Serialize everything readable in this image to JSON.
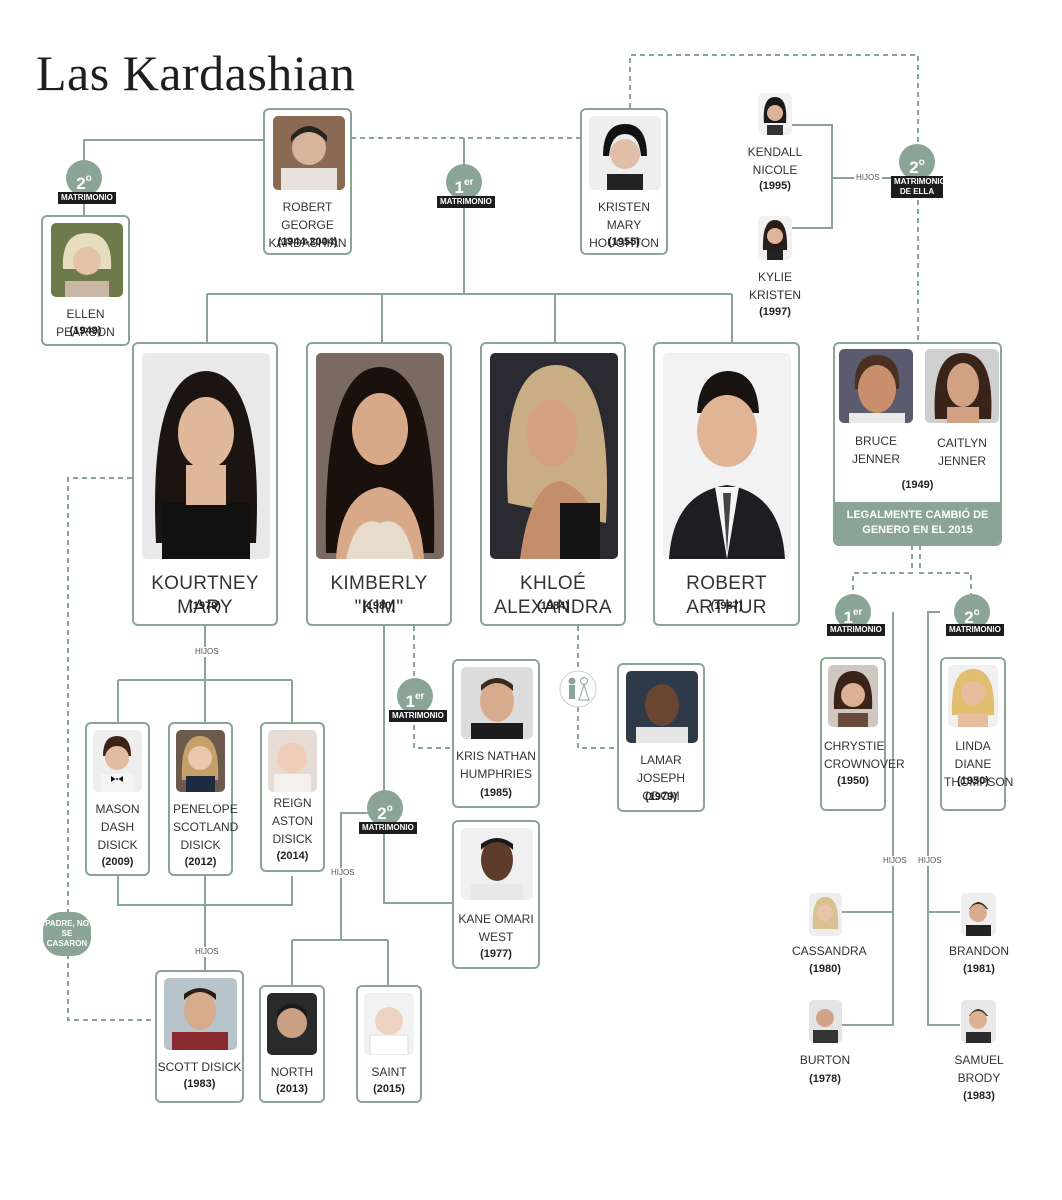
{
  "title": "Las Kardashian",
  "colors": {
    "accent": "#8aa596",
    "tag": "#1c1c1c"
  },
  "labels": {
    "hijos": "HIJOS",
    "matrimonio": "MATRIMONIO",
    "matrimonio_de_ella": "MATRIMONIO DE ELLA",
    "primero": "1",
    "primero_sup": "er",
    "segundo": "2",
    "segundo_sup": "o",
    "padre_no_se_casaron": "PADRE, NO SE CASARON",
    "genero": "LEGALMENTE CAMBIÓ DE GENERO EN EL 2015"
  },
  "people": {
    "robert": {
      "name": "ROBERT GEORGE KARDASHIAN",
      "year": "(1944-2004)"
    },
    "kristen": {
      "name": "KRISTEN MARY HOUGHTON",
      "year": "(1955)"
    },
    "ellen": {
      "name": "ELLEN PEARSON",
      "year": "(1949)"
    },
    "kendall": {
      "name": "KENDALL NICOLE",
      "year": "(1995)"
    },
    "kylie": {
      "name": "KYLIE KRISTEN",
      "year": "(1997)"
    },
    "kourtney": {
      "name": "KOURTNEY MARY",
      "year": "(1979)"
    },
    "kim": {
      "name": "KIMBERLY \"KIM\"",
      "year": "(1980)"
    },
    "khloe": {
      "name": "KHLOÉ ALEXANDRA",
      "year": "(1984)"
    },
    "rob": {
      "name": "ROBERT ARTHUR",
      "year": "(1987)"
    },
    "bruce": {
      "name": "BRUCE JENNER"
    },
    "caitlyn": {
      "name": "CAITLYN JENNER"
    },
    "jenner_year": "(1949)",
    "mason": {
      "name": "MASON DASH DISICK",
      "year": "(2009)"
    },
    "penelope": {
      "name": "PENELOPE SCOTLAND DISICK",
      "year": "(2012)"
    },
    "reign": {
      "name": "REIGN ASTON DISICK",
      "year": "(2014)"
    },
    "kris_h": {
      "name": "KRIS NATHAN HUMPHRIES",
      "year": "(1985)"
    },
    "lamar": {
      "name": "LAMAR JOSEPH ODOM",
      "year": "(1979)"
    },
    "kanye": {
      "name": "KANE OMARI WEST",
      "year": "(1977)"
    },
    "scott": {
      "name": "SCOTT DISICK",
      "year": "(1983)"
    },
    "north": {
      "name": "NORTH",
      "year": "(2013)"
    },
    "saint": {
      "name": "SAINT",
      "year": "(2015)"
    },
    "chrystie": {
      "name": "CHRYSTIE CROWNOVER",
      "year": "(1950)"
    },
    "linda": {
      "name": "LINDA DIANE THOMPSON",
      "year": "(1950)"
    },
    "cassandra": {
      "name": "CASSANDRA",
      "year": "(1980)"
    },
    "burton": {
      "name": "BURTON",
      "year": "(1978)"
    },
    "brandon": {
      "name": "BRANDON",
      "year": "(1981)"
    },
    "samuel": {
      "name": "SAMUEL BRODY",
      "year": "(1983)"
    }
  }
}
